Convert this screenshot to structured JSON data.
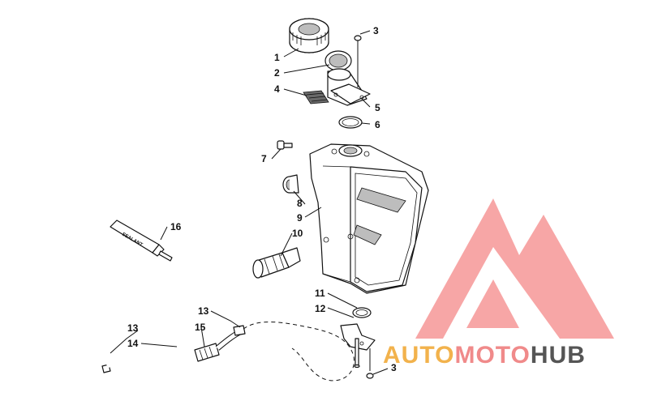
{
  "callouts": {
    "c1": "1",
    "c2": "2",
    "c3a": "3",
    "c4": "4",
    "c5": "5",
    "c6": "6",
    "c7": "7",
    "c8": "8",
    "c9": "9",
    "c10": "10",
    "c11": "11",
    "c12": "12",
    "c3b": "3",
    "c13a": "13",
    "c13b": "13",
    "c14": "14",
    "c15": "15",
    "c16": "16"
  },
  "sealant_label": "SEALANT",
  "watermark": {
    "auto": "AUTO",
    "moto": "MOTO",
    "hub": "HUB",
    "colors": {
      "auto": "#f2b24c",
      "moto": "#f08a8a",
      "hub": "#555555",
      "logo": "#f26b6b"
    }
  }
}
